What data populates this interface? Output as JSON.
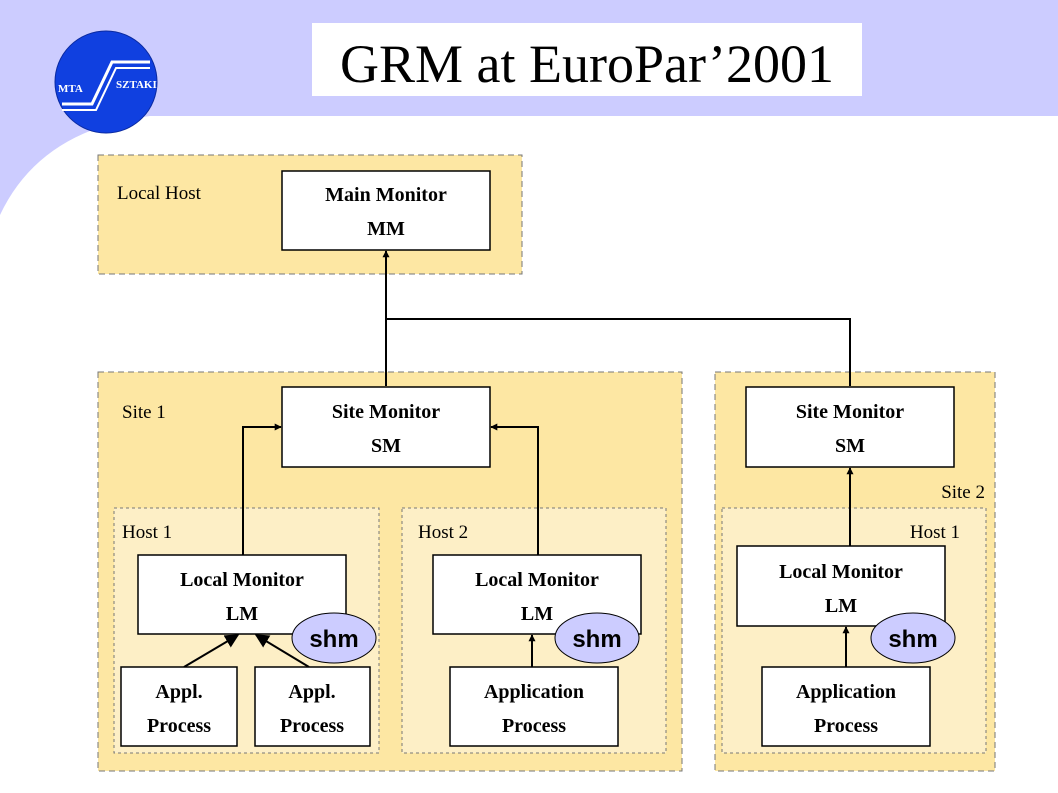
{
  "title": "GRM at EuroPar’2001",
  "logo": {
    "left_text": "MTA",
    "right_text": "SZTAKI"
  },
  "colors": {
    "banner": "#ccccff",
    "logo_blue": "#1040e0",
    "outer_region": "#fde7a3",
    "inner_region": "#fdefc6",
    "box": "#ffffff",
    "shm": "#ccccff"
  },
  "local_host": {
    "label": "Local Host",
    "main_monitor": {
      "line1": "Main Monitor",
      "line2": "MM"
    }
  },
  "site1": {
    "label": "Site 1",
    "site_monitor": {
      "line1": "Site Monitor",
      "line2": "SM"
    },
    "host1": {
      "label": "Host 1",
      "local_monitor": {
        "line1": "Local Monitor",
        "line2": "LM"
      },
      "shm": "shm",
      "process_a": {
        "line1": "Appl.",
        "line2": "Process"
      },
      "process_b": {
        "line1": "Appl.",
        "line2": "Process"
      }
    },
    "host2": {
      "label": "Host 2",
      "local_monitor": {
        "line1": "Local Monitor",
        "line2": "LM"
      },
      "shm": "shm",
      "process": {
        "line1": "Application",
        "line2": "Process"
      }
    }
  },
  "site2": {
    "label": "Site 2",
    "site_monitor": {
      "line1": "Site Monitor",
      "line2": "SM"
    },
    "host1": {
      "label": "Host 1",
      "local_monitor": {
        "line1": "Local Monitor",
        "line2": "LM"
      },
      "shm": "shm",
      "process": {
        "line1": "Application",
        "line2": "Process"
      }
    }
  }
}
